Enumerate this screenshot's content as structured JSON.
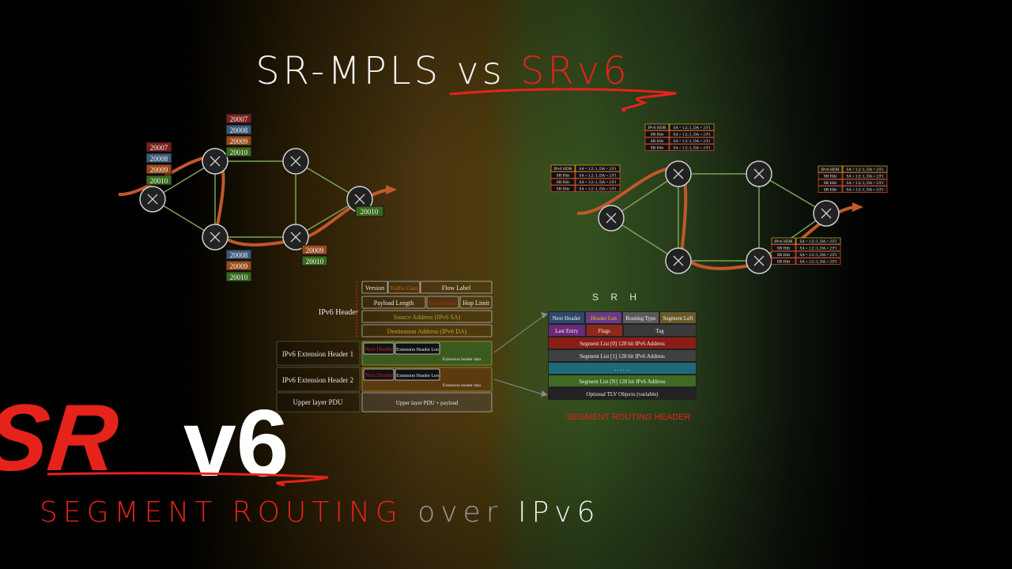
{
  "title": {
    "part1": "SR-MPLS vs ",
    "part2": "SRv6"
  },
  "colors": {
    "red": "#e5231b",
    "arrow": "#c1582a",
    "link": "#7aa35a"
  },
  "left_labels": {
    "stack_top": [
      "20007",
      "20008",
      "20009",
      "20010"
    ],
    "stack_left": [
      "20007",
      "20008",
      "20009",
      "20010"
    ],
    "stack_bottom_left": [
      "20008",
      "20009",
      "20010"
    ],
    "stack_bottom_right": [
      "20009",
      "20010"
    ],
    "final": "20010"
  },
  "right_labels": {
    "row_head": [
      "IPv6 HDR",
      "SR Hdr",
      "SR Hdr",
      "SR Hdr"
    ],
    "row_addr1": [
      "SA = 1:2::1, DA = 2:F1",
      "SA = 1:2::1, DA = 2:F1",
      "SA = 1:2::1, DA = 2:F1",
      "SA = 1:2::1, DA = 2:F1"
    ]
  },
  "ipv6": {
    "header_label": "IPv6 Header",
    "rows": [
      [
        "Version",
        "Traffic Class",
        "Flow Label"
      ],
      [
        "Payload Length",
        "Next Header",
        "Hop Limit"
      ],
      [
        "Source Address (IPv6 SA)"
      ],
      [
        "Destination Address (IPv6 DA)"
      ]
    ],
    "ext1_label": "IPv6 Extension Header 1",
    "ext2_label": "IPv6 Extension Header 2",
    "upper_label": "Upper layer PDU",
    "next_header": "Next Header",
    "ext_header_len": "Extension Header Len",
    "ext_header_data": "Extension header data",
    "upper_payload": "Upper layer PDU + payload"
  },
  "srh": {
    "title": "S R H",
    "row1": [
      "Next Header",
      "Header Len",
      "Routing Type",
      "Segment Left"
    ],
    "row2": [
      "Last Entry",
      "Flags",
      "Tag"
    ],
    "seg0": "Segment List [0] 128 bit IPv6 Address",
    "seg1": "Segment List [1] 128 bit IPv6 Address",
    "dots": ". . . . . .",
    "segn": "Segment List [N] 128 bit IPv6 Address",
    "tlv": "Optional TLV Objects (variable)",
    "caption": "SEGMENT ROUTING HEADER"
  },
  "logo": {
    "sr": "SR",
    "v6": "v6",
    "sub1": "SEGMENT ROUTING",
    "sub2": "over",
    "sub3": "IPv6"
  }
}
